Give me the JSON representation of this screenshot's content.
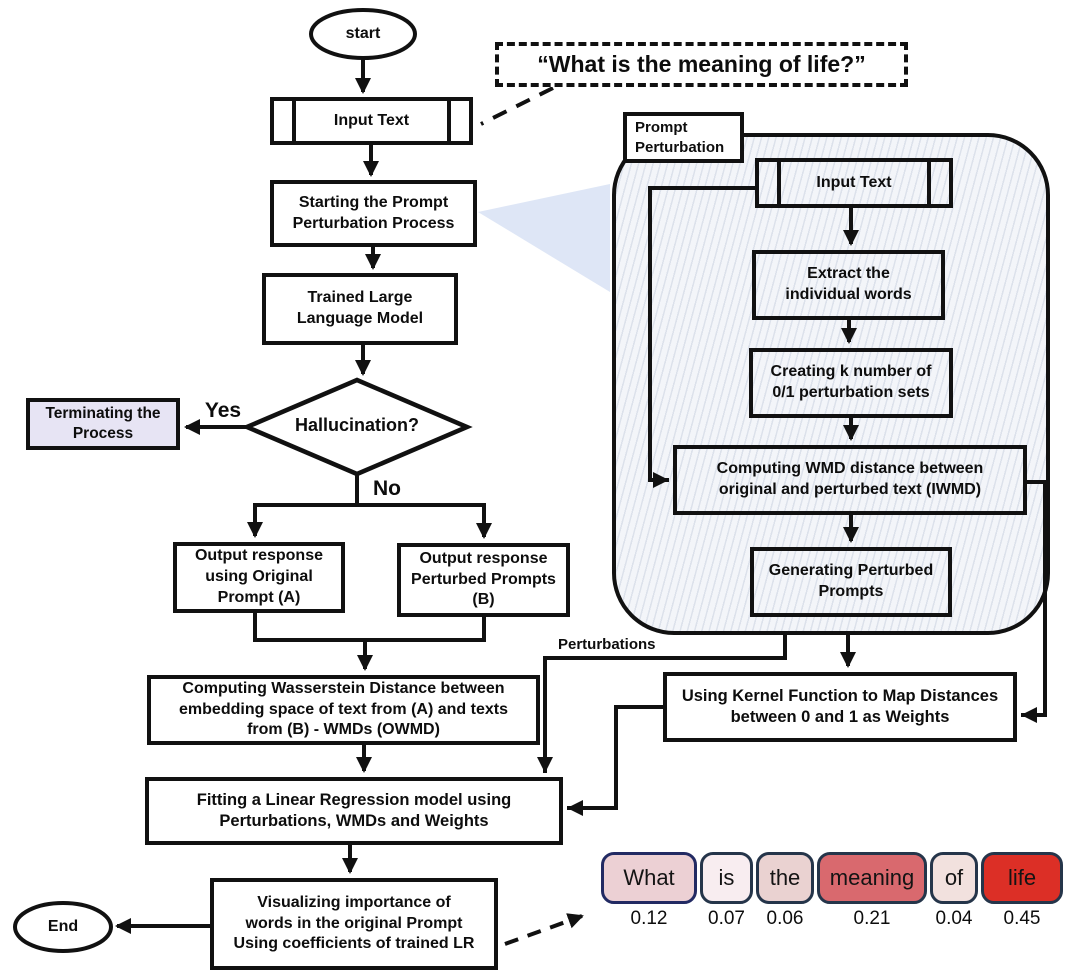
{
  "bubble": {
    "text": "“What is the meaning of life?”"
  },
  "main_flow": {
    "start": "start",
    "input_text": "Input Text",
    "starting": "Starting the Prompt\nPerturbation Process",
    "llm": "Trained Large\nLanguage Model",
    "decision": "Hallucination?",
    "yes_label": "Yes",
    "no_label": "No",
    "terminating": "Terminating the\nProcess",
    "output_a": "Output response\nusing Original\nPrompt (A)",
    "output_b": "Output response\nPerturbed Prompts\n(B)",
    "wasserstein": "Computing Wasserstein Distance between\nembedding space of text from (A) and texts\nfrom (B) - WMDs (OWMD)",
    "fitting": "Fitting a Linear Regression model using\nPerturbations, WMDs and Weights",
    "visualizing": "Visualizing importance of\nwords in the original Prompt\nUsing coefficients of trained LR",
    "end": "End"
  },
  "subprocess": {
    "label": "Prompt\nPerturbation",
    "input_text": "Input Text",
    "extract": "Extract the\nindividual words",
    "creating": "Creating k number of\n0/1 perturbation sets",
    "iwmd": "Computing WMD distance between\noriginal and perturbed text (IWMD)",
    "generating": "Generating Perturbed\nPrompts",
    "kernel": "Using Kernel Function to Map Distances\nbetween 0 and 1 as Weights",
    "perturbations_label": "Perturbations"
  },
  "colors": {
    "terminating_fill": "#e7e4f4",
    "line": "#111111",
    "wedge": "#dce5f6"
  },
  "word_importance": {
    "words": [
      {
        "word": "What",
        "value": "0.12",
        "fill": "#ecd0d4",
        "border": "#222a63"
      },
      {
        "word": "is",
        "value": "0.07",
        "fill": "#f8edf0",
        "border": "#25354a"
      },
      {
        "word": "the",
        "value": "0.06",
        "fill": "#ead2d1",
        "border": "#25354a"
      },
      {
        "word": "meaning",
        "value": "0.21",
        "fill": "#d9696e",
        "border": "#25354a"
      },
      {
        "word": "of",
        "value": "0.04",
        "fill": "#f2e1de",
        "border": "#25354a"
      },
      {
        "word": "life",
        "value": "0.45",
        "fill": "#dc2f26",
        "border": "#25354a"
      }
    ]
  }
}
